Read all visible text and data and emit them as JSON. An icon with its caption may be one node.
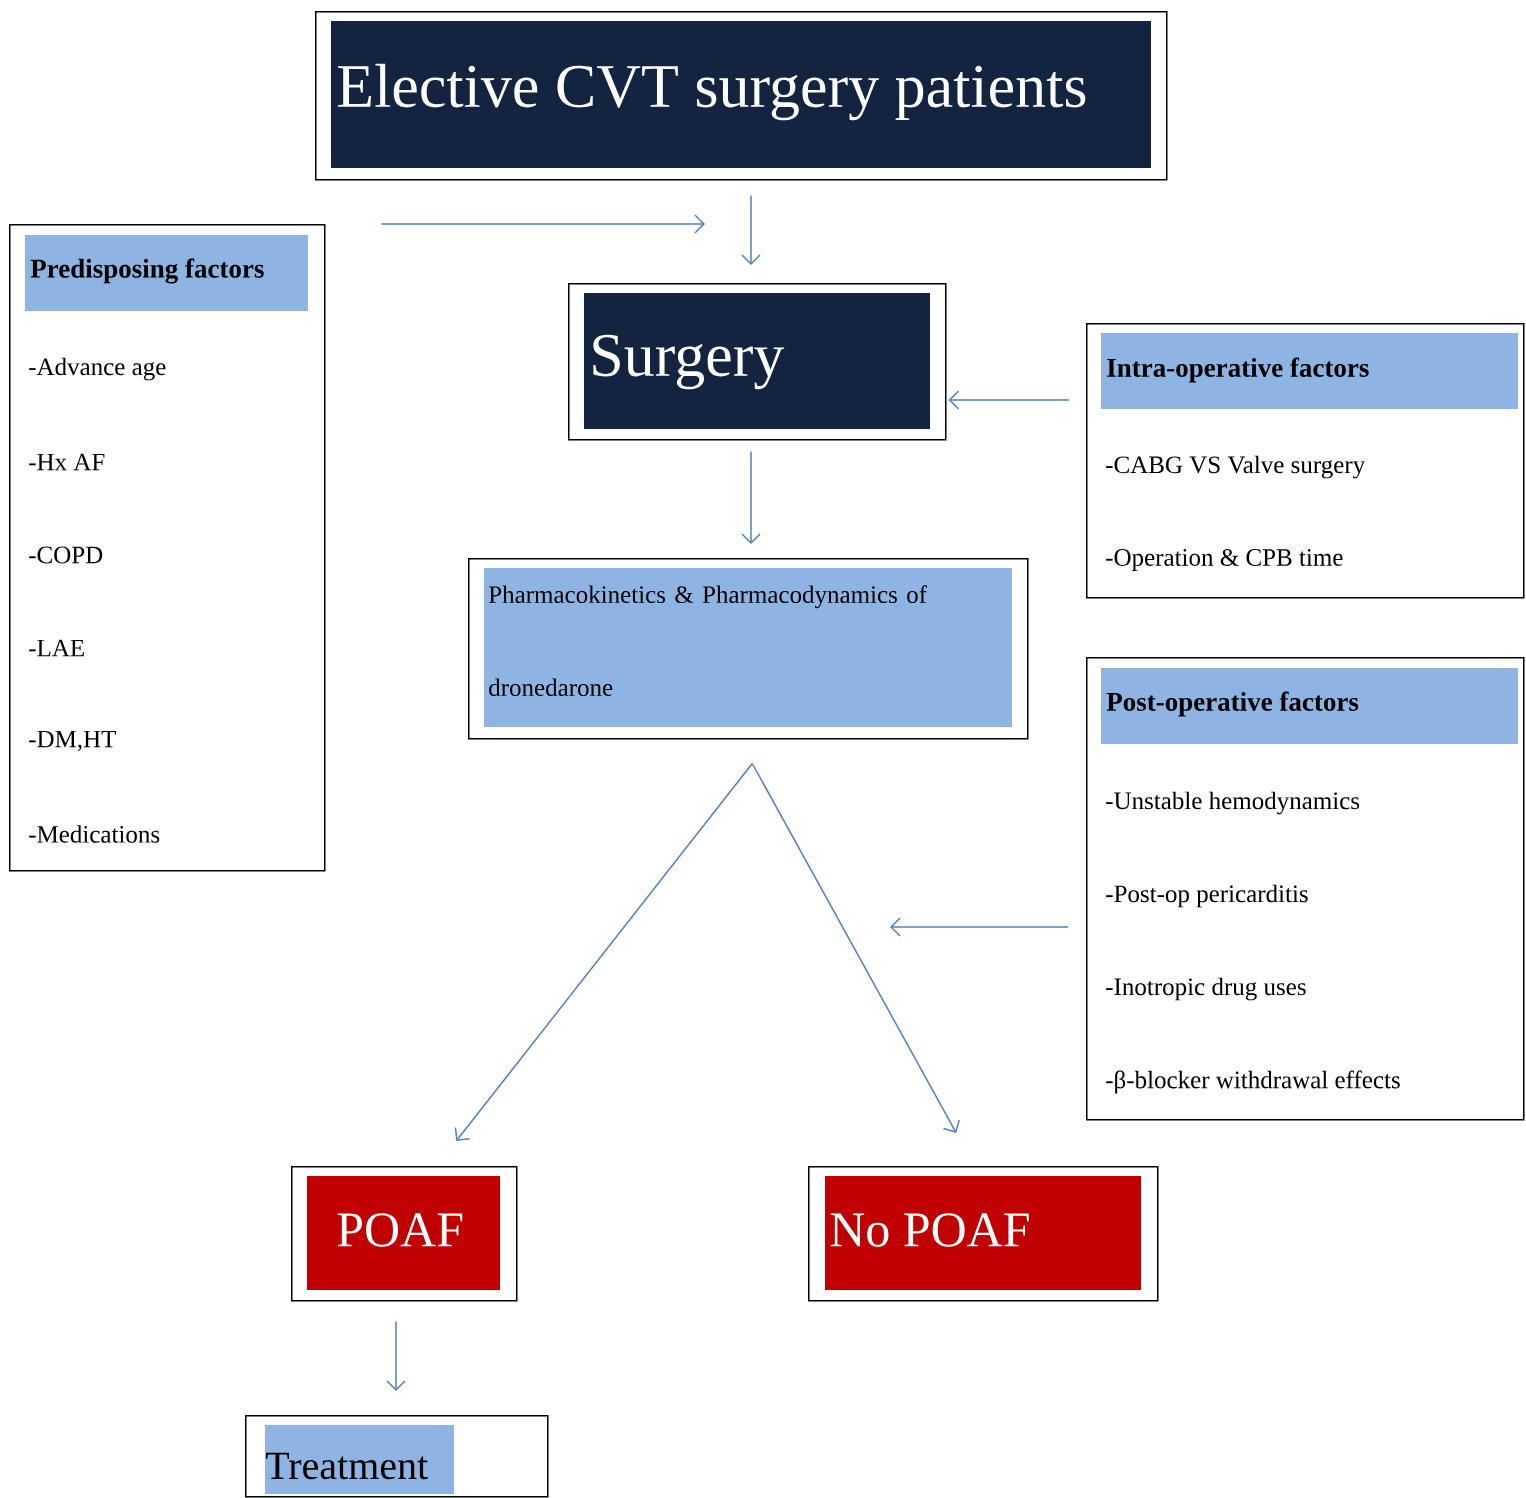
{
  "diagram": {
    "nodes": [
      {
        "text": [
          "Elective CVT surgery patients"
        ]
      },
      {
        "text": [
          "Predisposing factors",
          "-Advance age",
          "-Hx AF",
          "-COPD",
          "-LAE",
          "-DM,HT",
          "-Medications"
        ]
      },
      {
        "text": [
          "Surgery"
        ]
      },
      {
        "text": [
          "Intra-operative factors",
          "-CABG VS Valve surgery",
          "-Operation & CPB time"
        ]
      },
      {
        "text": [
          "Pharmacokinetics & Pharmacodynamics of dronedarone"
        ]
      },
      {
        "text": [
          "Post-operative factors",
          "-Unstable hemodynamics",
          "-Post-op pericarditis",
          "-Inotropic drug uses",
          "-β-blocker withdrawal effects"
        ]
      },
      {
        "text": [
          "POAF"
        ]
      },
      {
        "text": [
          "No POAF"
        ]
      },
      {
        "text": [
          "Treatment"
        ]
      }
    ],
    "edges": [
      {
        "from": 1,
        "to": null,
        "arrow": "to"
      },
      {
        "from": 0,
        "to": 2,
        "arrow": "to"
      },
      {
        "from": 3,
        "to": 2,
        "arrow": "to"
      },
      {
        "from": 2,
        "to": 4,
        "arrow": "to"
      },
      {
        "from": 4,
        "to": 6,
        "arrow": "to"
      },
      {
        "from": 4,
        "to": 7,
        "arrow": "to"
      },
      {
        "from": 5,
        "to": null,
        "arrow": "to"
      },
      {
        "from": 6,
        "to": 8,
        "arrow": "to"
      }
    ]
  }
}
